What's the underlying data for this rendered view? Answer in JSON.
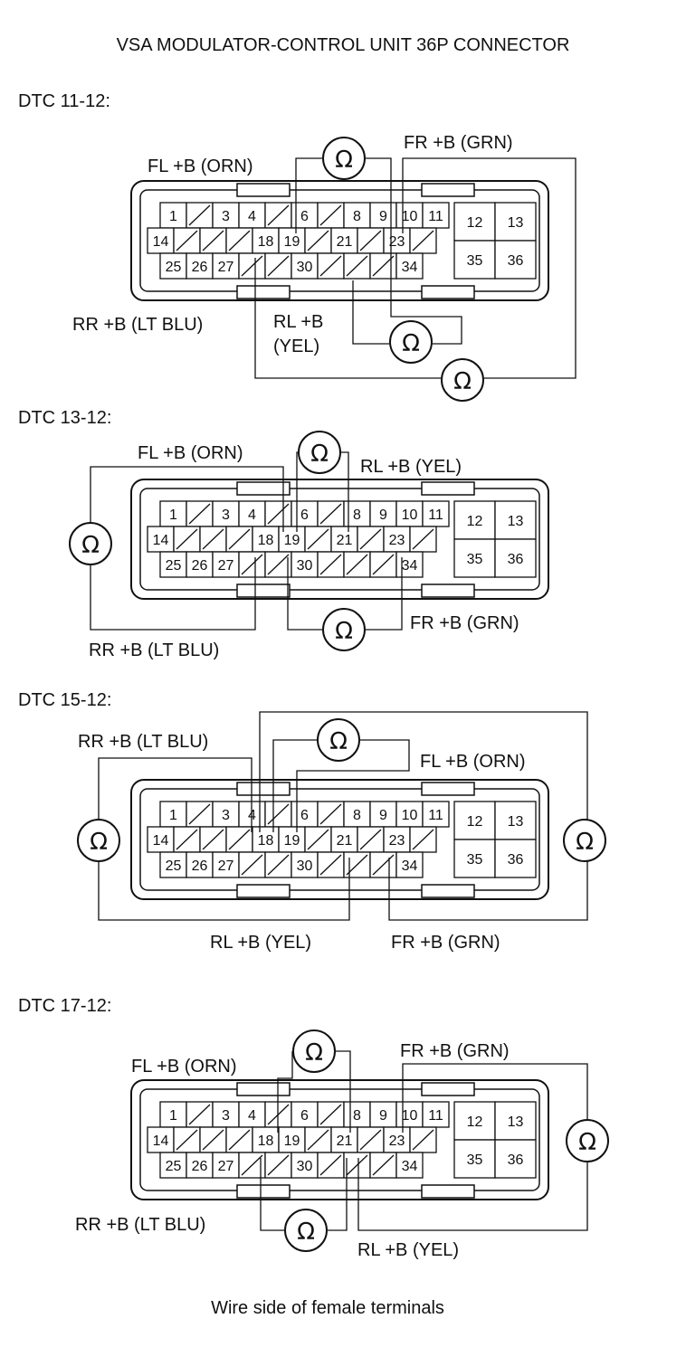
{
  "title": "VSA MODULATOR-CONTROL UNIT 36P CONNECTOR",
  "footer": "Wire side of female terminals",
  "ohm_symbol": "Ω",
  "pins": {
    "row1": [
      "1",
      "",
      "3",
      "4",
      "",
      "6",
      "",
      "8",
      "9",
      "10",
      "11"
    ],
    "row2": [
      "14",
      "",
      "",
      "",
      "18",
      "19",
      "",
      "21",
      "",
      "23",
      ""
    ],
    "row3": [
      "25",
      "26",
      "27",
      "",
      "",
      "30",
      "",
      "",
      "",
      "34"
    ],
    "block": [
      "12",
      "13",
      "35",
      "36"
    ]
  },
  "sections": [
    {
      "heading": "DTC 11-12:",
      "labels": {
        "fl": "FL +B (ORN)",
        "fr": "FR +B (GRN)",
        "rr": "RR +B (LT BLU)",
        "rl_1": "RL +B",
        "rl_2": "(YEL)"
      }
    },
    {
      "heading": "DTC 13-12:",
      "labels": {
        "fl": "FL +B (ORN)",
        "rl": "RL +B (YEL)",
        "fr": "FR +B (GRN)",
        "rr": "RR +B (LT BLU)"
      }
    },
    {
      "heading": "DTC 15-12:",
      "labels": {
        "rr": "RR +B (LT BLU)",
        "fl": "FL +B (ORN)",
        "rl": "RL +B (YEL)",
        "fr": "FR +B (GRN)"
      }
    },
    {
      "heading": "DTC 17-12:",
      "labels": {
        "fl": "FL +B (ORN)",
        "fr": "FR +B (GRN)",
        "rr": "RR +B (LT BLU)",
        "rl": "RL +B (YEL)"
      }
    }
  ]
}
